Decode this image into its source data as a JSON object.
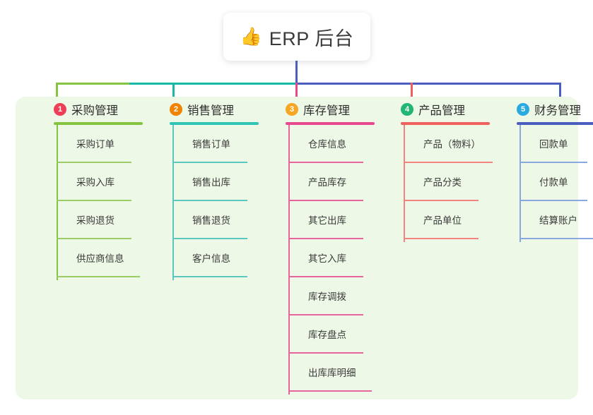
{
  "root": {
    "icon": "thumbs-up-emoji",
    "emoji": "👍",
    "title": "ERP 后台"
  },
  "theme": {
    "panel_background": "#eef8e7",
    "card_background": "#ffffff",
    "text": "#333333"
  },
  "connector": {
    "stem_color": "#4a5ec0",
    "bar_segments": [
      {
        "name": "bar-green",
        "color": "#85c440"
      },
      {
        "name": "bar-teal",
        "color": "#15b9a4"
      },
      {
        "name": "bar-blue",
        "color": "#4a5ec0"
      }
    ]
  },
  "columns": [
    {
      "index": "1",
      "title": "采购管理",
      "badge_color": "#ee3f57",
      "line_color": "#85c440",
      "items": [
        "采购订单",
        "采购入库",
        "采购退货",
        "供应商信息"
      ]
    },
    {
      "index": "2",
      "title": "销售管理",
      "badge_color": "#f08300",
      "line_color": "#2ec4b6",
      "items": [
        "销售订单",
        "销售出库",
        "销售退货",
        "客户信息"
      ]
    },
    {
      "index": "3",
      "title": "库存管理",
      "badge_color": "#f5a623",
      "line_color": "#e9478f",
      "items": [
        "仓库信息",
        "产品库存",
        "其它出库",
        "其它入库",
        "库存调拨",
        "库存盘点",
        "出库库明细"
      ]
    },
    {
      "index": "4",
      "title": "产品管理",
      "badge_color": "#22b573",
      "line_color": "#f0615e",
      "items": [
        "产品（物料）",
        "产品分类",
        "产品单位"
      ]
    },
    {
      "index": "5",
      "title": "财务管理",
      "badge_color": "#29abe2",
      "line_color": "#5b86d6",
      "items": [
        "回款单",
        "付款单",
        "结算账户"
      ]
    }
  ]
}
